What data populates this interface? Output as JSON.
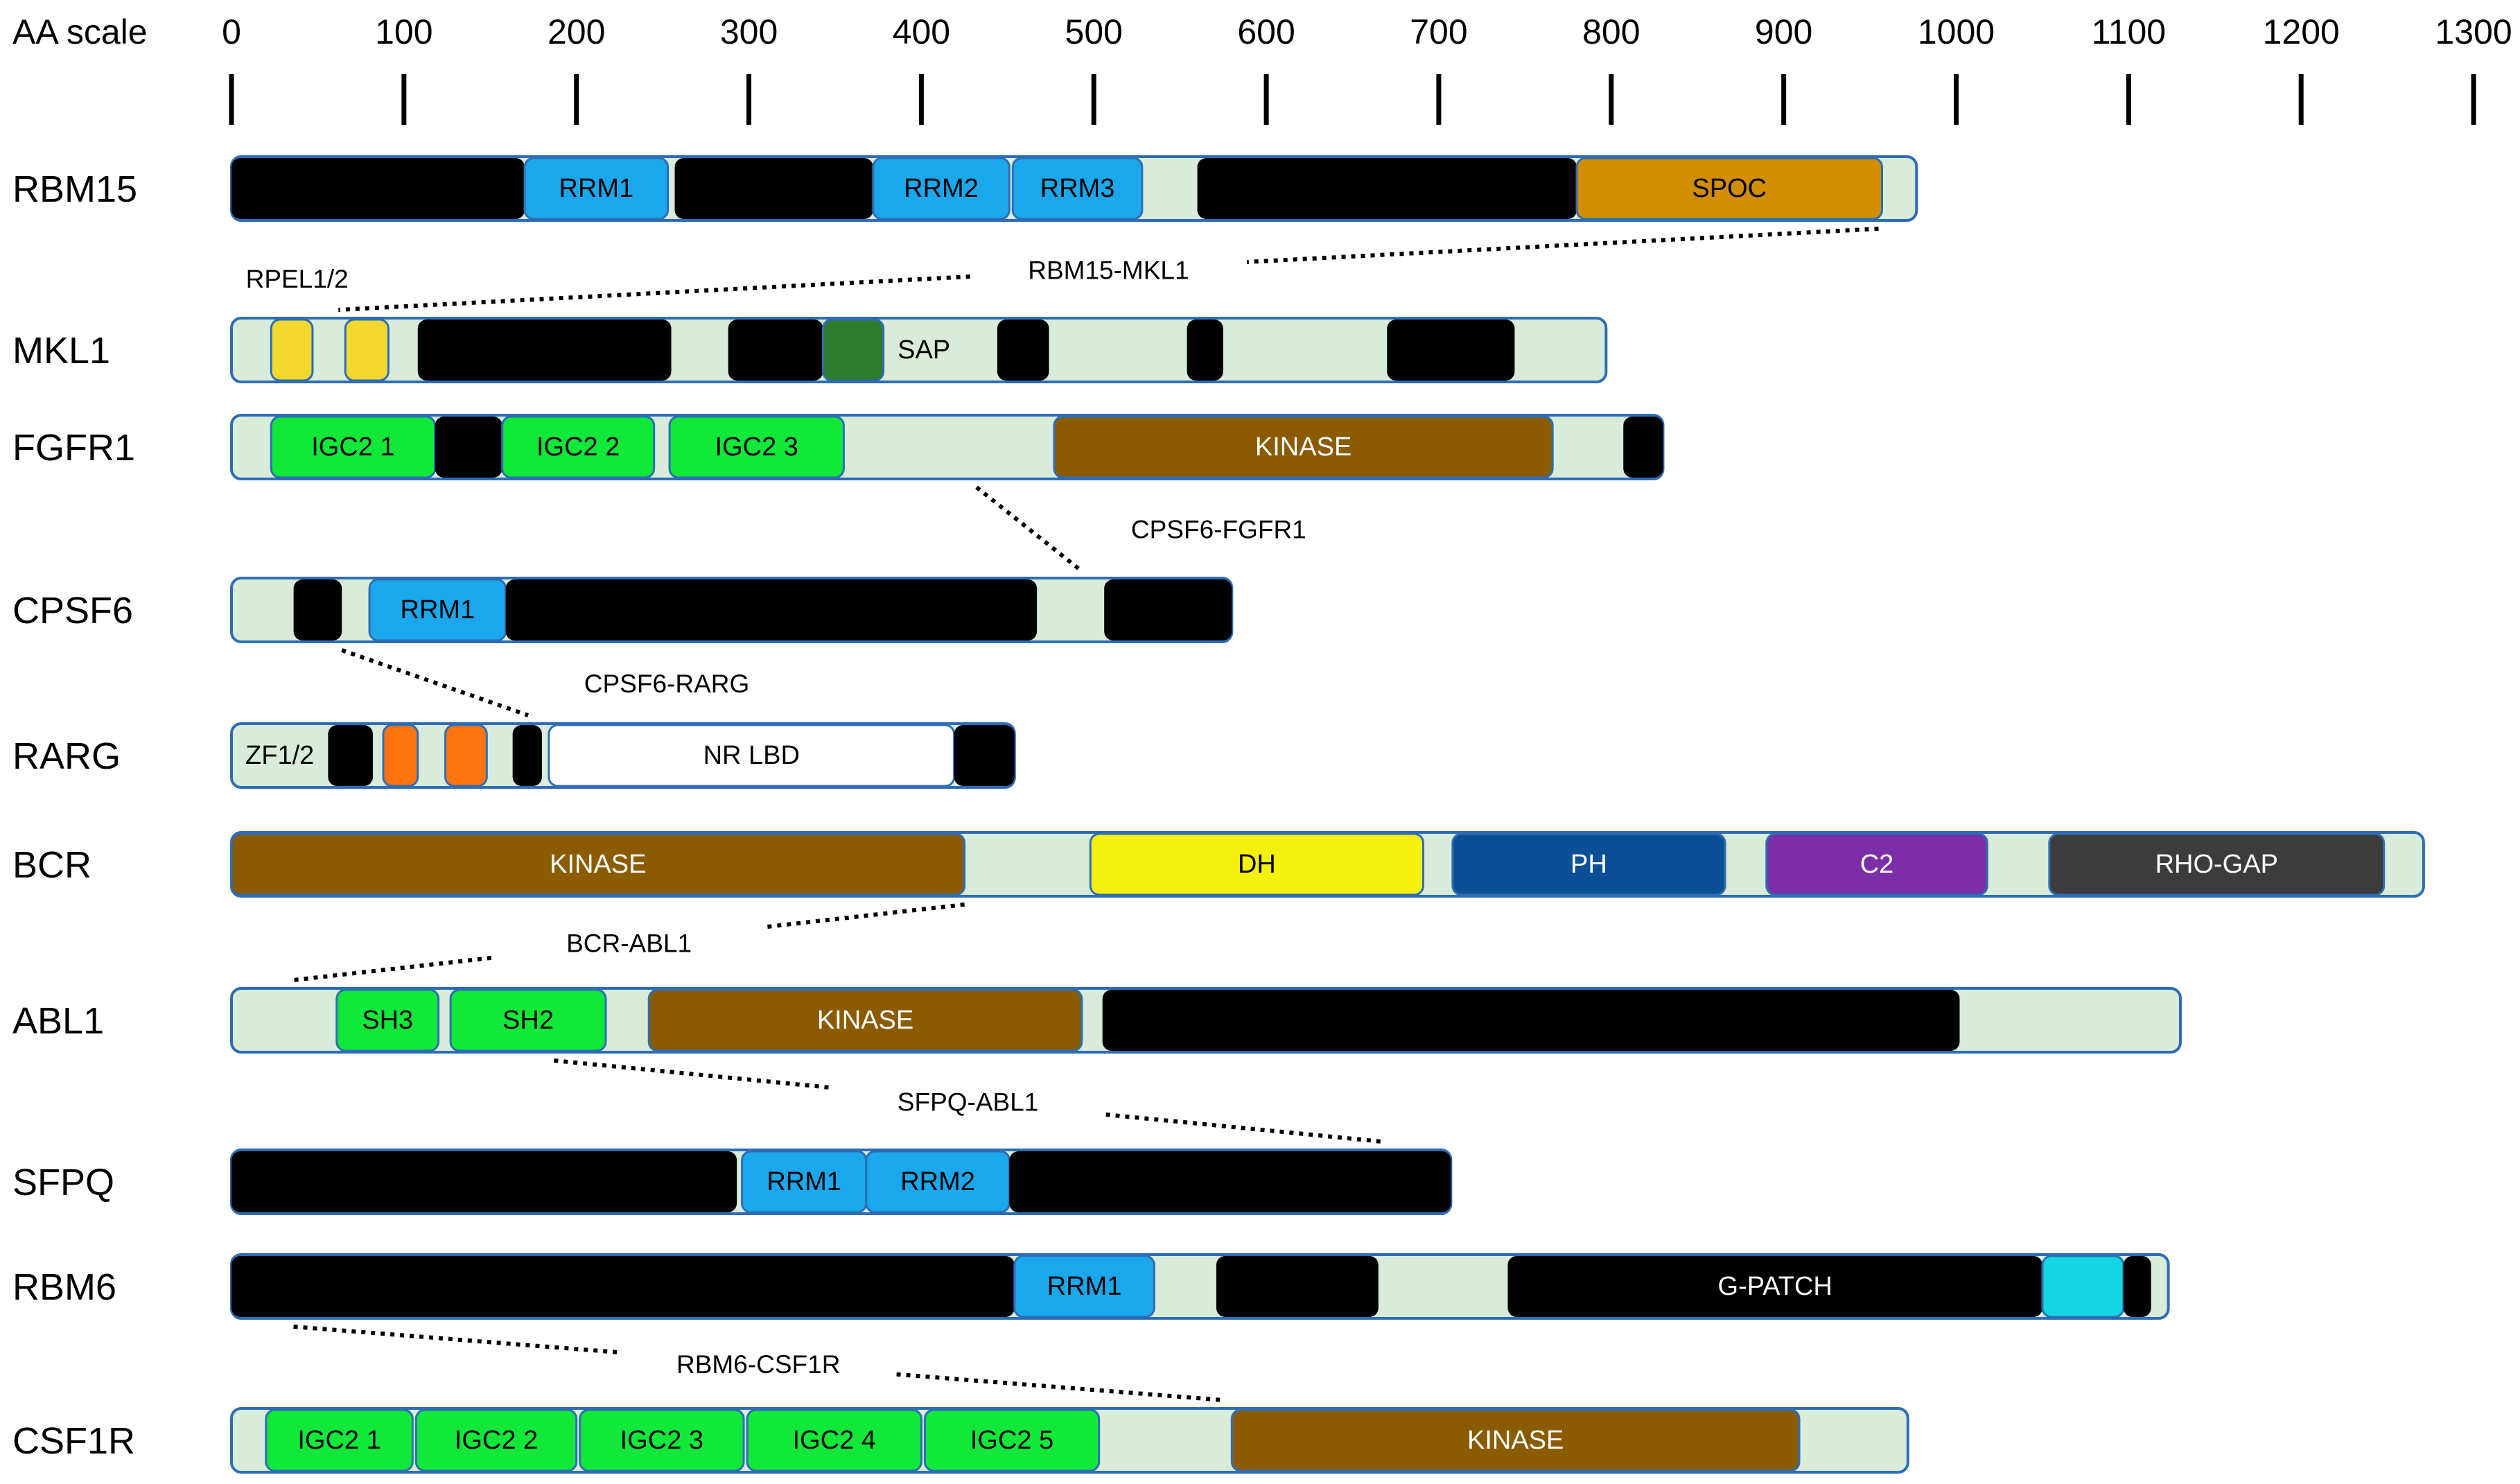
{
  "scale": {
    "title": "AA scale",
    "ticks": [
      0,
      100,
      200,
      300,
      400,
      500,
      600,
      700,
      800,
      900,
      1000,
      1100,
      1200,
      1300
    ]
  },
  "colors": {
    "backbone": "#d9ecd9",
    "backbone_border": "#2e6db4",
    "black": "#000000",
    "rrm": "#1aa7ec",
    "spoc": "#d08e00",
    "rpel": "#f2d72e",
    "sap": "#2e7d2e",
    "igc2": "#11e83a",
    "kinase": "#8b5b00",
    "orange": "#ff7410",
    "nrlbd": "#ffffff",
    "dh": "#f4f10e",
    "ph": "#0b4f96",
    "c2": "#7c2ea8",
    "rhogap": "#3c3c3c",
    "sh": "#11e83a",
    "cyan": "#14d6e4"
  },
  "proteins": [
    {
      "name": "RBM15",
      "length": 977,
      "domains": [
        {
          "start": 0,
          "end": 170,
          "color": "black"
        },
        {
          "start": 170,
          "end": 253,
          "color": "rrm",
          "label": "RRM1"
        },
        {
          "start": 257,
          "end": 372,
          "color": "black"
        },
        {
          "start": 372,
          "end": 451,
          "color": "rrm",
          "label": "RRM2"
        },
        {
          "start": 453,
          "end": 528,
          "color": "rrm",
          "label": "RRM3"
        },
        {
          "start": 560,
          "end": 780,
          "color": "black"
        },
        {
          "start": 780,
          "end": 957,
          "color": "spoc",
          "label": "SPOC"
        }
      ]
    },
    {
      "name": "MKL1",
      "length": 797,
      "domains": [
        {
          "start": 23,
          "end": 47,
          "color": "rpel"
        },
        {
          "start": 66,
          "end": 91,
          "color": "rpel"
        },
        {
          "start": 108,
          "end": 255,
          "color": "black"
        },
        {
          "start": 288,
          "end": 343,
          "color": "black"
        },
        {
          "start": 343,
          "end": 378,
          "color": "sap"
        },
        {
          "start": 397,
          "end": 406,
          "color": "none",
          "label": "SAP"
        },
        {
          "start": 444,
          "end": 474,
          "color": "black"
        },
        {
          "start": 554,
          "end": 575,
          "color": "black"
        },
        {
          "start": 670,
          "end": 744,
          "color": "black"
        }
      ]
    },
    {
      "name": "FGFR1",
      "length": 830,
      "domains": [
        {
          "start": 23,
          "end": 118,
          "color": "igc2",
          "label": "IGC2 1"
        },
        {
          "start": 118,
          "end": 157,
          "color": "black"
        },
        {
          "start": 157,
          "end": 245,
          "color": "igc2",
          "label": "IGC2 2"
        },
        {
          "start": 254,
          "end": 355,
          "color": "igc2",
          "label": "IGC2 3"
        },
        {
          "start": 477,
          "end": 766,
          "color": "kinase",
          "label": "KINASE"
        },
        {
          "start": 807,
          "end": 830,
          "color": "black"
        }
      ]
    },
    {
      "name": "CPSF6",
      "length": 580,
      "domains": [
        {
          "start": 36,
          "end": 64,
          "color": "black"
        },
        {
          "start": 80,
          "end": 159,
          "color": "rrm",
          "label": "RRM1"
        },
        {
          "start": 159,
          "end": 467,
          "color": "black"
        },
        {
          "start": 506,
          "end": 580,
          "color": "black"
        }
      ]
    },
    {
      "name": "RARG",
      "length": 454,
      "domains": [
        {
          "start": 0,
          "end": 56,
          "color": "none",
          "label": "ZF1/2"
        },
        {
          "start": 56,
          "end": 82,
          "color": "black"
        },
        {
          "start": 88,
          "end": 108,
          "color": "orange"
        },
        {
          "start": 124,
          "end": 148,
          "color": "orange"
        },
        {
          "start": 163,
          "end": 180,
          "color": "black"
        },
        {
          "start": 184,
          "end": 419,
          "color": "nrlbd",
          "label": "NR LBD"
        },
        {
          "start": 419,
          "end": 454,
          "color": "black"
        }
      ]
    },
    {
      "name": "BCR",
      "length": 1271,
      "domains": [
        {
          "start": 0,
          "end": 425,
          "color": "kinase",
          "label": "KINASE"
        },
        {
          "start": 498,
          "end": 691,
          "color": "dh",
          "label": "DH"
        },
        {
          "start": 708,
          "end": 866,
          "color": "ph",
          "label": "PH"
        },
        {
          "start": 890,
          "end": 1018,
          "color": "c2",
          "label": "C2"
        },
        {
          "start": 1054,
          "end": 1248,
          "color": "rhogap",
          "label": "RHO-GAP"
        }
      ]
    },
    {
      "name": "ABL1",
      "length": 1130,
      "domains": [
        {
          "start": 61,
          "end": 120,
          "color": "sh",
          "label": "SH3"
        },
        {
          "start": 127,
          "end": 217,
          "color": "sh",
          "label": "SH2"
        },
        {
          "start": 242,
          "end": 493,
          "color": "kinase",
          "label": "KINASE"
        },
        {
          "start": 505,
          "end": 1002,
          "color": "black"
        }
      ]
    },
    {
      "name": "SFPQ",
      "length": 707,
      "domains": [
        {
          "start": 0,
          "end": 293,
          "color": "black"
        },
        {
          "start": 296,
          "end": 368,
          "color": "rrm",
          "label": "RRM1"
        },
        {
          "start": 368,
          "end": 451,
          "color": "rrm",
          "label": "RRM2"
        },
        {
          "start": 451,
          "end": 707,
          "color": "black"
        }
      ]
    },
    {
      "name": "RBM6",
      "length": 1123,
      "domains": [
        {
          "start": 0,
          "end": 454,
          "color": "black"
        },
        {
          "start": 454,
          "end": 535,
          "color": "rrm",
          "label": "RRM1"
        },
        {
          "start": 571,
          "end": 665,
          "color": "black"
        },
        {
          "start": 740,
          "end": 1050,
          "color": "black",
          "label": "G-PATCH"
        },
        {
          "start": 1050,
          "end": 1097,
          "color": "cyan"
        },
        {
          "start": 1097,
          "end": 1113,
          "color": "black"
        }
      ]
    },
    {
      "name": "CSF1R",
      "length": 972,
      "domains": [
        {
          "start": 20,
          "end": 105,
          "color": "igc2",
          "label": "IGC2 1"
        },
        {
          "start": 107,
          "end": 200,
          "color": "igc2",
          "label": "IGC2 2"
        },
        {
          "start": 202,
          "end": 297,
          "color": "igc2",
          "label": "IGC2 3"
        },
        {
          "start": 299,
          "end": 400,
          "color": "igc2",
          "label": "IGC2 4"
        },
        {
          "start": 402,
          "end": 503,
          "color": "igc2",
          "label": "IGC2 5"
        },
        {
          "start": 580,
          "end": 909,
          "color": "kinase",
          "label": "KINASE"
        }
      ]
    }
  ],
  "fusions": [
    {
      "label": "RBM15-MKL1",
      "from_protein": "RBM15",
      "from_aa": 955,
      "to_protein": "MKL1",
      "to_aa": 62
    },
    {
      "label": "CPSF6-FGFR1",
      "from_protein": "FGFR1",
      "from_aa": 432,
      "to_protein": "CPSF6",
      "to_aa": 492
    },
    {
      "label": "CPSF6-RARG",
      "from_protein": "CPSF6",
      "from_aa": 64,
      "to_protein": "RARG",
      "to_aa": 172
    },
    {
      "label": "BCR-ABL1",
      "from_protein": "BCR",
      "from_aa": 425,
      "to_protein": "ABL1",
      "to_aa": 36
    },
    {
      "label": "SFPQ-ABL1",
      "from_protein": "ABL1",
      "from_aa": 187,
      "to_protein": "SFPQ",
      "to_aa": 667
    },
    {
      "label": "RBM6-CSF1R",
      "from_protein": "RBM6",
      "from_aa": 36,
      "to_protein": "CSF1R",
      "to_aa": 575
    }
  ]
}
